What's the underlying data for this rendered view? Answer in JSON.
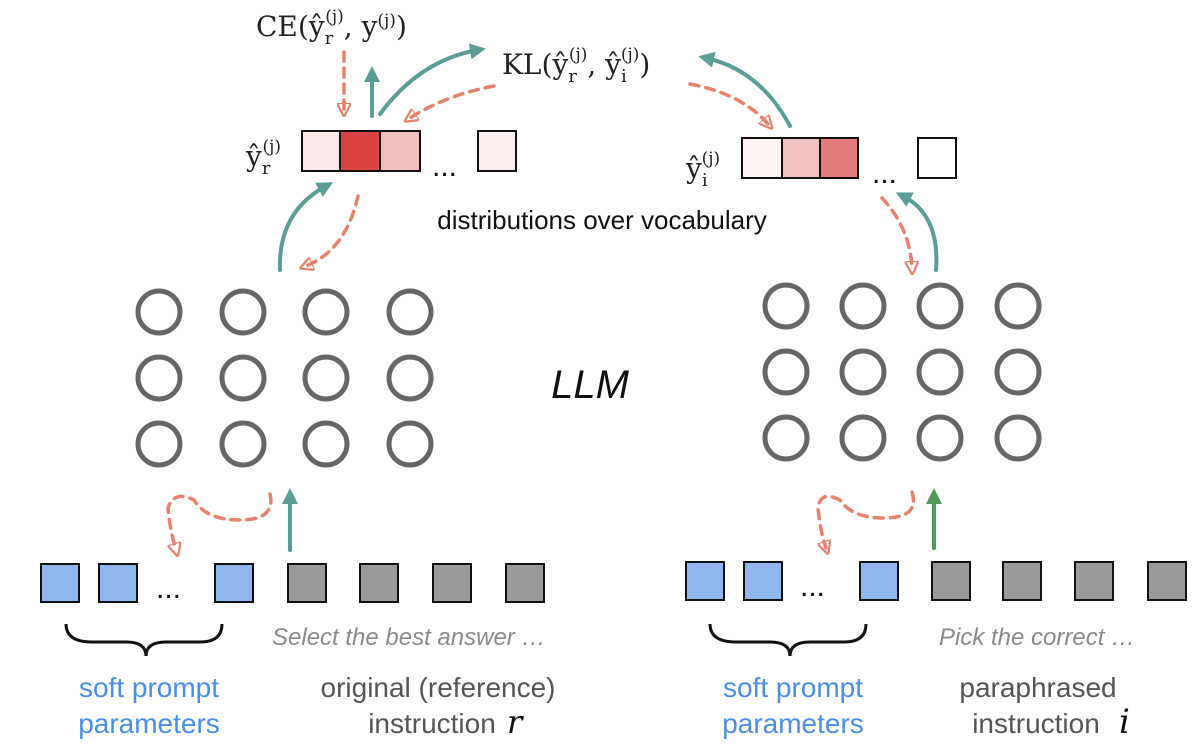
{
  "formulas": {
    "ce": {
      "main": "CE(",
      "yhat": "ŷ",
      "sub_r": "r",
      "sup_j": "(j)",
      "mid": ", y",
      "sup_j2": "(j)",
      "close": ")"
    },
    "kl": {
      "main": "KL(",
      "yhat": "ŷ",
      "sub_r": "r",
      "sup_j": "(j)",
      "comma": ", ŷ",
      "sub_i": "i",
      "sup_j2": "(j)",
      "close": ")"
    },
    "left_dist": {
      "yhat": "ŷ",
      "sub": "r",
      "sup": "(j)"
    },
    "right_dist": {
      "yhat": "ŷ",
      "sub": "i",
      "sup": "(j)"
    }
  },
  "labels": {
    "distributions": "distributions over vocabulary",
    "llm": "LLM",
    "ellipsis": "...",
    "left_instruction_text": "Select the best answer …",
    "right_instruction_text": "Pick the correct …",
    "soft_prompt_line1": "soft prompt",
    "soft_prompt_line2": "parameters",
    "left_instr_line1": "original (reference)",
    "left_instr_line2": "instruction",
    "left_instr_var": "r",
    "right_instr_line1": "paraphrased",
    "right_instr_line2": "instruction",
    "right_instr_var": "i"
  },
  "colors": {
    "teal_arrow": "#5a9e96",
    "red_dashed_arrow": "#e8826e",
    "green_arrow": "#4e9a5a",
    "soft_prompt_token": "#8fb6ee",
    "instruction_token": "#9a9a9a",
    "neuron_stroke": "#666666",
    "soft_prompt_text": "#4a8ee8",
    "instruction_italic_text": "#8a8a8a",
    "label_text": "#555555"
  },
  "left_distribution_shades": [
    "#fbe9ea",
    "#dc4344",
    "#f0c0c1",
    "#fbeeee"
  ],
  "right_distribution_shades": [
    "#fdf4f4",
    "#f2c2c3",
    "#e37b7d",
    "#ffffff"
  ]
}
